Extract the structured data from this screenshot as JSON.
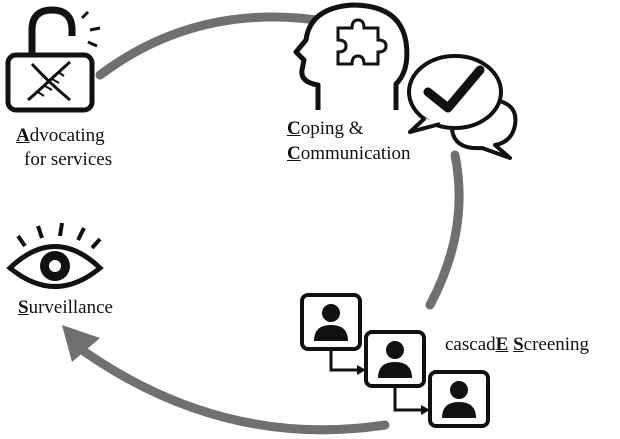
{
  "labels": {
    "advocating": {
      "initial": "A",
      "rest": "dvocating",
      "line2": "for services"
    },
    "coping": {
      "initial": "C",
      "rest": "oping &"
    },
    "communication": {
      "initial": "C",
      "rest": "ommunication"
    },
    "surveillance": {
      "initial": "S",
      "rest": "urveillance"
    },
    "cascade": {
      "prefix": "cascad",
      "e_letter": "E",
      "s_letter": "S",
      "rest": "creening"
    }
  },
  "colors": {
    "cycle_arrow": "#707070",
    "icon_stroke": "#111111"
  },
  "icons": [
    "unlocked-padlock-dna-icon",
    "head-puzzle-icon",
    "speech-bubble-check-icon",
    "eye-icon",
    "family-screening-icon"
  ]
}
